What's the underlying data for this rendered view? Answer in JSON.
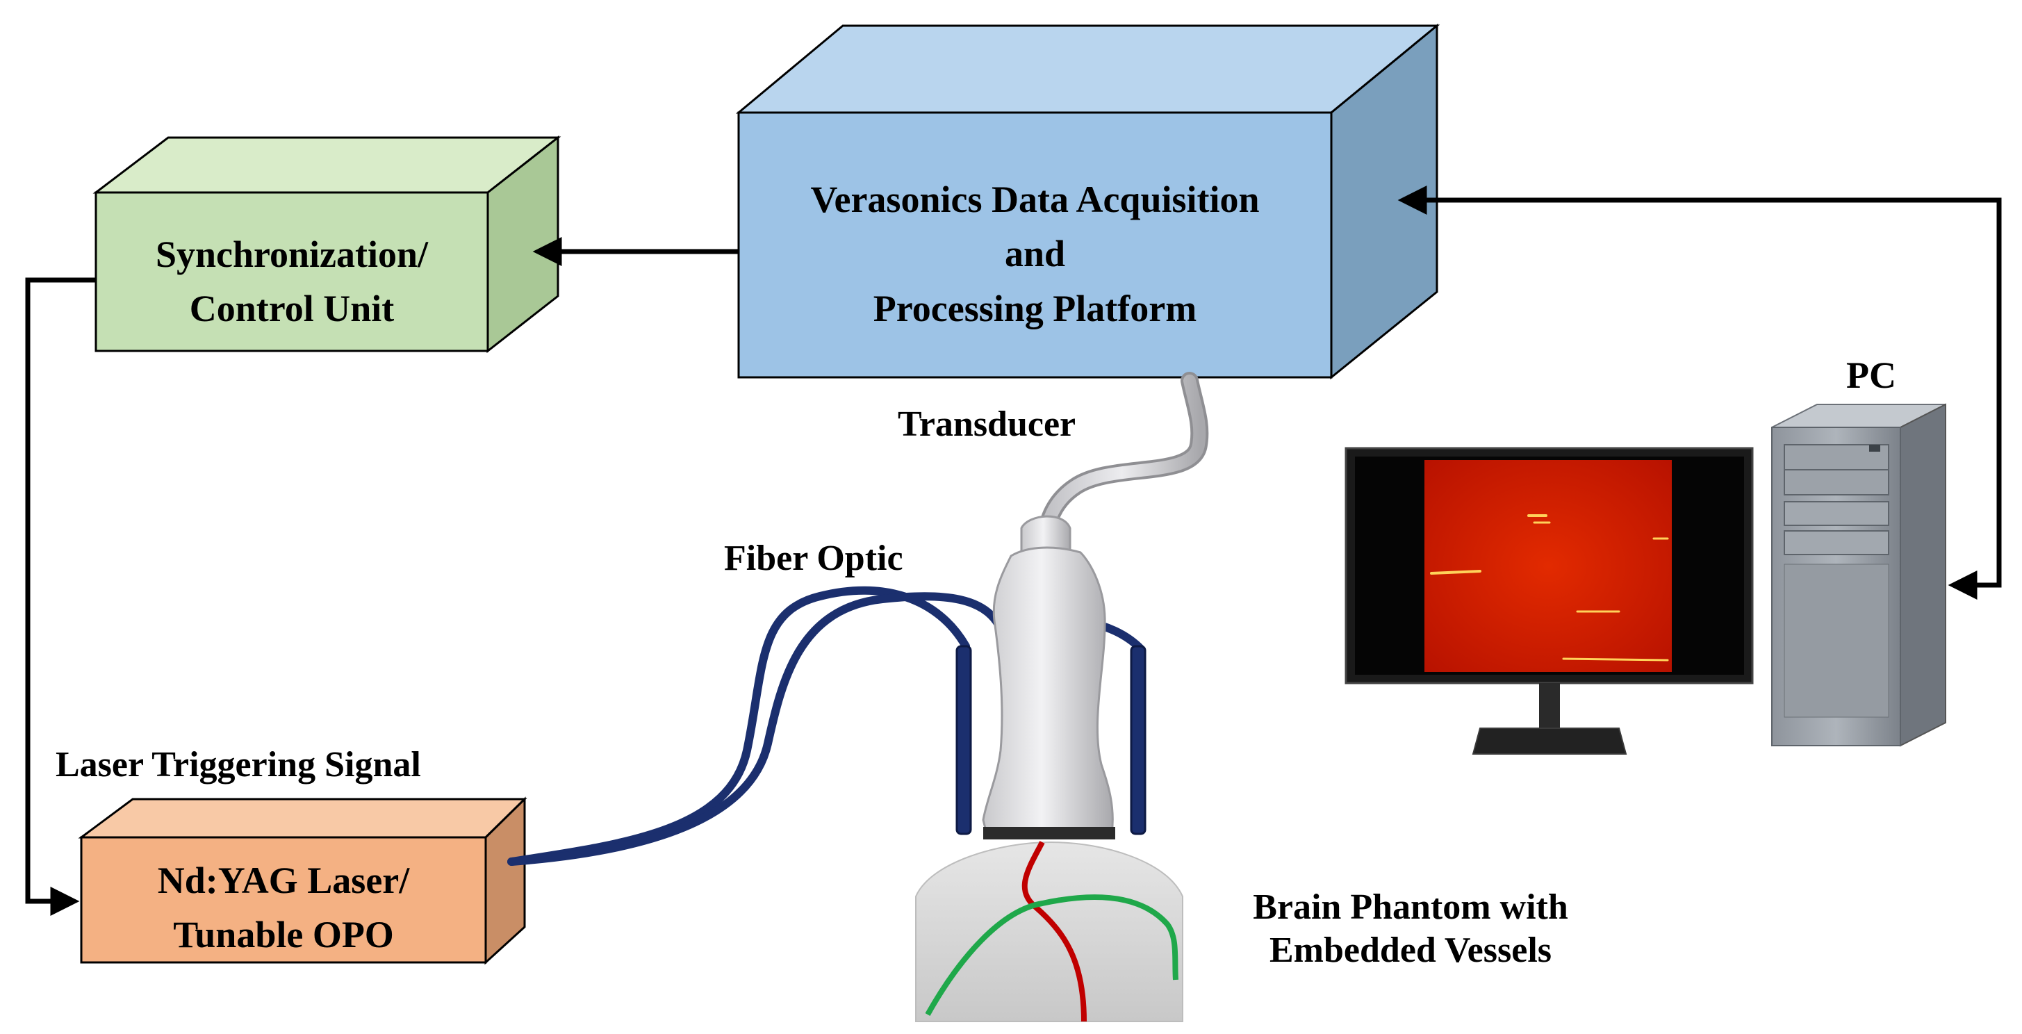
{
  "diagram": {
    "verasonics": {
      "line1": "Verasonics Data Acquisition",
      "line2": "and",
      "line3": "Processing Platform"
    },
    "sync_unit": {
      "line1": "Synchronization/",
      "line2": "Control Unit"
    },
    "laser": {
      "line1": "Nd:YAG Laser/",
      "line2": "Tunable OPO"
    },
    "labels": {
      "transducer": "Transducer",
      "fiber_optic": "Fiber Optic",
      "laser_trigger": "Laser Triggering Signal",
      "pc": "PC",
      "phantom_line1": "Brain Phantom with",
      "phantom_line2": "Embedded Vessels"
    },
    "colors": {
      "verasonics_front": "#9dc3e6",
      "verasonics_top": "#b9d5ee",
      "verasonics_side": "#7a9fbd",
      "sync_front": "#c5e0b4",
      "sync_top": "#d9ecc9",
      "sync_side": "#a9c896",
      "laser_front": "#f4b183",
      "laser_top": "#f8c9a6",
      "laser_side": "#c98e66",
      "fiber": "#1b2f6e",
      "vessel_red": "#c00000",
      "vessel_green": "#1fa84a",
      "monitor_image": "#d41a00",
      "arrow": "#000000"
    }
  }
}
